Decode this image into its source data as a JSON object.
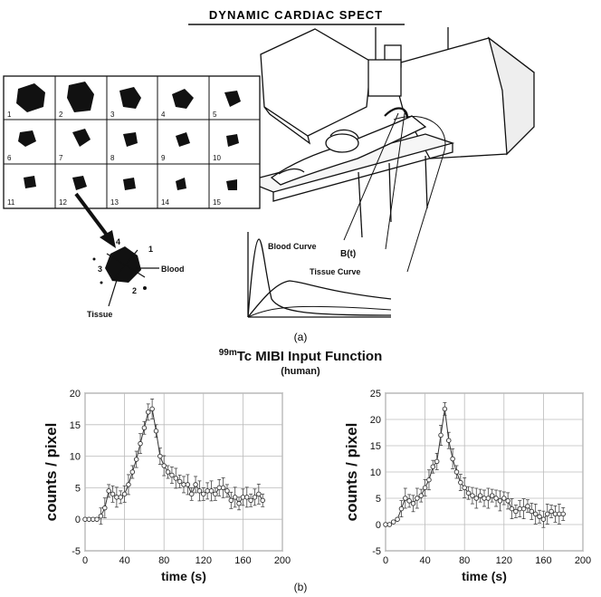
{
  "panel_a": {
    "title": "DYNAMIC CARDIAC SPECT",
    "frame_numbers": [
      "1",
      "2",
      "3",
      "4",
      "5",
      "6",
      "7",
      "8",
      "9",
      "10",
      "11",
      "12",
      "13",
      "14",
      "15"
    ],
    "roi_labels": {
      "n1": "1",
      "n2": "2",
      "n3": "3",
      "n4": "4",
      "blood": "Blood",
      "tissue": "Tissue"
    },
    "curve_labels": {
      "blood": "Blood Curve",
      "bt": "B(t)",
      "tissue": "Tissue Curve"
    },
    "caption": "(a)"
  },
  "panel_b": {
    "title_sup": "99m",
    "title_main": "Tc MIBI Input Function",
    "subtitle": "(human)",
    "caption": "(b)"
  },
  "chart_data": [
    {
      "type": "line",
      "xlabel": "time (s)",
      "ylabel": "counts / pixel",
      "xlim": [
        0,
        200
      ],
      "ylim": [
        -5,
        20
      ],
      "xticks": [
        "0",
        "40",
        "80",
        "120",
        "160",
        "200"
      ],
      "yticks": [
        "-5",
        "0",
        "5",
        "10",
        "15",
        "20"
      ],
      "grid": true,
      "series": [
        {
          "x": [
            0,
            4,
            8,
            12,
            16,
            20,
            24,
            28,
            32,
            36,
            40,
            44,
            48,
            52,
            56,
            60,
            64,
            68,
            72,
            76,
            80,
            84,
            88,
            92,
            96,
            100,
            104,
            108,
            112,
            116,
            120,
            124,
            128,
            132,
            136,
            140,
            144,
            148,
            152,
            156,
            160,
            164,
            168,
            172,
            176,
            180
          ],
          "y": [
            0,
            0,
            0,
            0,
            0.5,
            1.8,
            4.5,
            4,
            3.5,
            3.5,
            4,
            5.5,
            7.5,
            9.5,
            12,
            14.5,
            17,
            17.5,
            14,
            10,
            8.5,
            7.5,
            7,
            6.5,
            6,
            5.5,
            5.5,
            4,
            5.5,
            4.5,
            4,
            4.5,
            4.5,
            4,
            5,
            5,
            4.5,
            3,
            3.5,
            2.5,
            3.5,
            3.5,
            3,
            3.5,
            4,
            3
          ]
        }
      ]
    },
    {
      "type": "line",
      "xlabel": "time (s)",
      "ylabel": "counts / pixel",
      "xlim": [
        0,
        200
      ],
      "ylim": [
        -5,
        25
      ],
      "xticks": [
        "0",
        "40",
        "80",
        "120",
        "160",
        "200"
      ],
      "yticks": [
        "-5",
        "0",
        "5",
        "10",
        "15",
        "20",
        "25"
      ],
      "grid": true,
      "series": [
        {
          "x": [
            0,
            4,
            8,
            12,
            16,
            20,
            24,
            28,
            32,
            36,
            40,
            44,
            48,
            52,
            56,
            60,
            64,
            68,
            72,
            76,
            80,
            84,
            88,
            92,
            96,
            100,
            104,
            108,
            112,
            116,
            120,
            124,
            128,
            132,
            136,
            140,
            144,
            148,
            152,
            156,
            160,
            164,
            168,
            172,
            176,
            180
          ],
          "y": [
            0,
            0,
            0.5,
            1,
            3,
            5,
            4.5,
            4,
            5,
            5.5,
            7,
            8.5,
            11,
            12,
            17,
            22,
            16,
            12.5,
            10,
            8,
            7,
            6,
            5.5,
            5,
            5.5,
            5,
            5,
            5.5,
            5,
            4.5,
            5,
            4.5,
            3,
            2.5,
            3,
            3,
            3.5,
            2.5,
            2,
            1.5,
            1,
            2,
            2.5,
            2,
            2,
            2
          ]
        }
      ]
    }
  ]
}
